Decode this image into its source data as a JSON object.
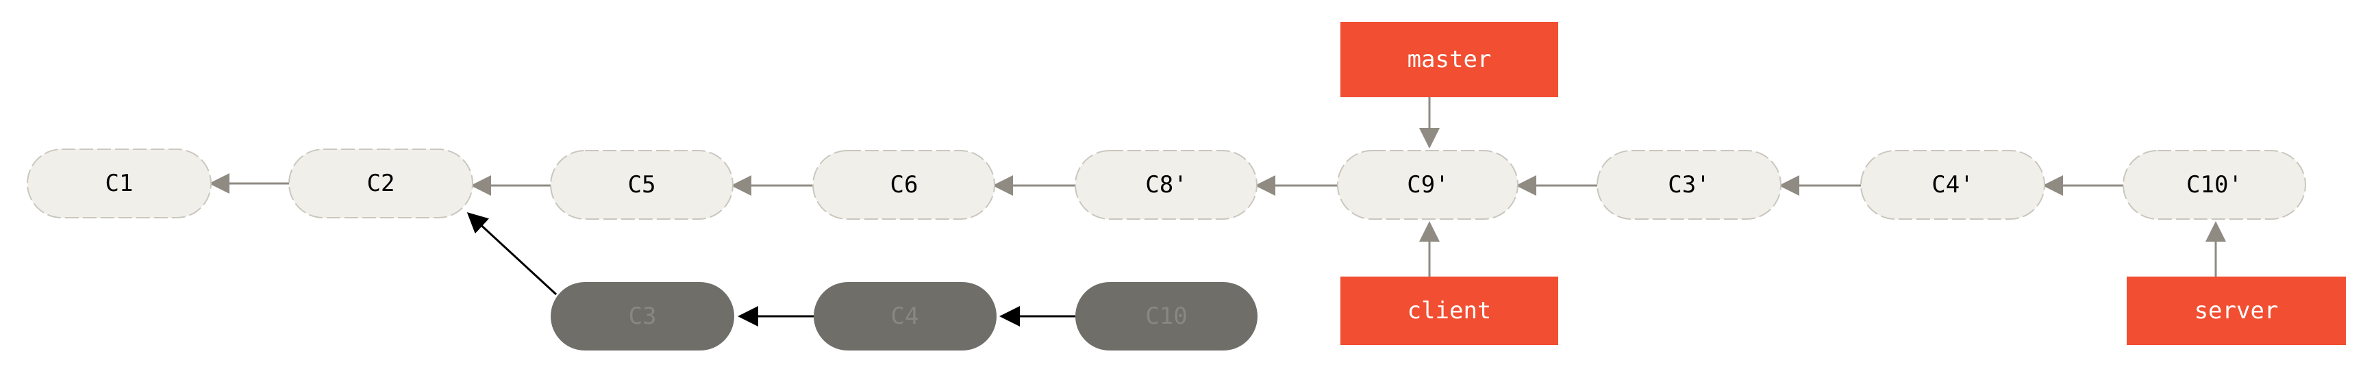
{
  "colors": {
    "commit_fill": "#f0efe9",
    "commit_stroke": "#c9c7bf",
    "old_commit_fill": "#6f6e69",
    "old_commit_text": "#8a8780",
    "ref_fill": "#f14e32",
    "ref_text": "#ffffff",
    "arrow_grey": "#8f8b83",
    "arrow_black": "#000000"
  },
  "commits": {
    "c1": "C1",
    "c2": "C2",
    "c5": "C5",
    "c6": "C6",
    "c8p": "C8'",
    "c9p": "C9'",
    "c3p": "C3'",
    "c4p": "C4'",
    "c10p": "C10'"
  },
  "old_commits": {
    "c3": "C3",
    "c4": "C4",
    "c10": "C10"
  },
  "refs": {
    "master": "master",
    "client": "client",
    "server": "server"
  }
}
